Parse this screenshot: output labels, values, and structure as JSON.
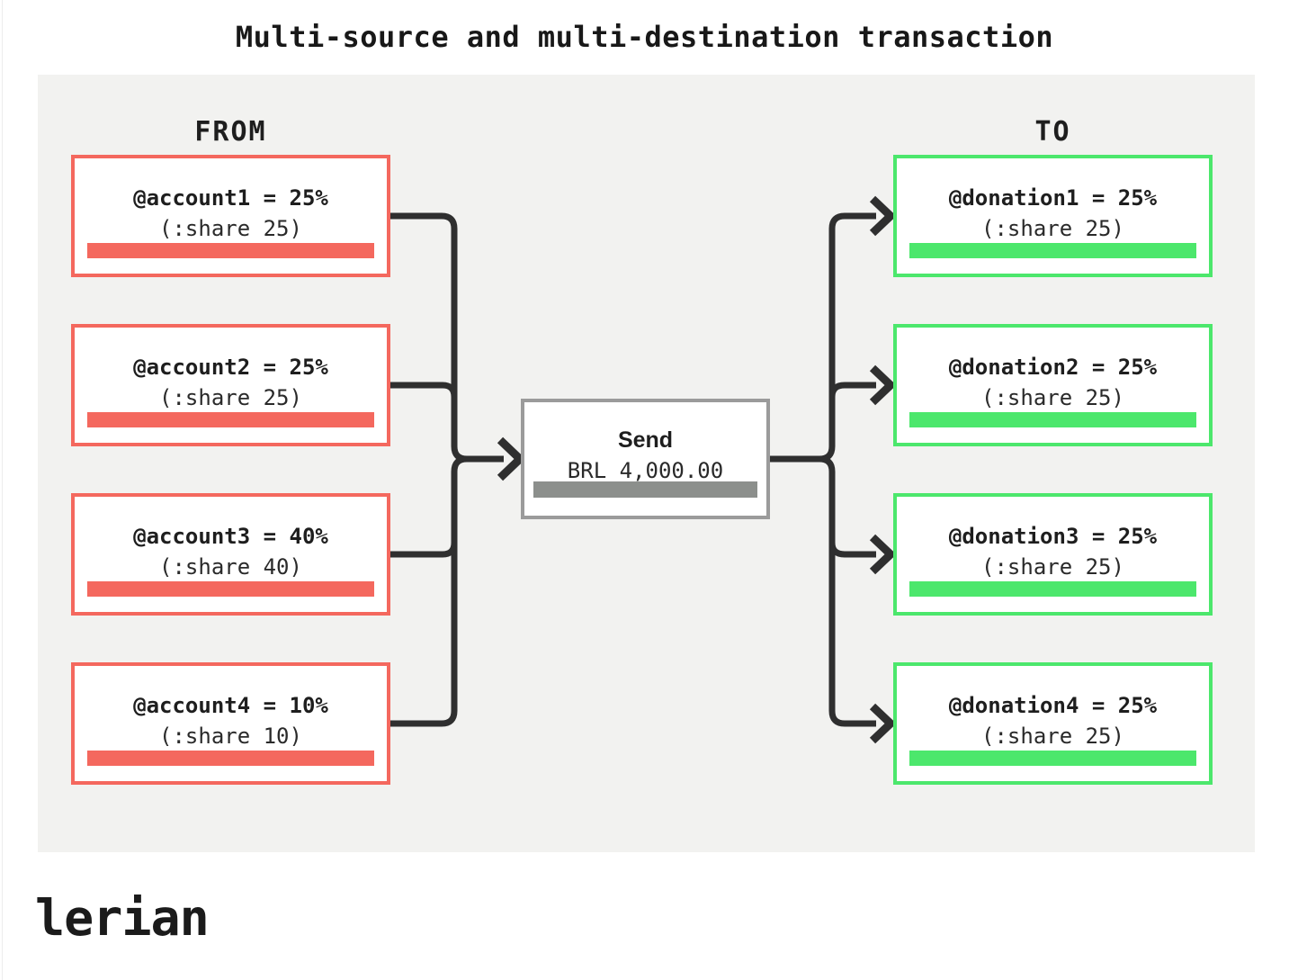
{
  "title": "Multi-source and multi-destination transaction",
  "diagram": {
    "from_label": "FROM",
    "to_label": "TO",
    "sources": [
      {
        "label": "@account1 = 25%",
        "share": "(:share 25)"
      },
      {
        "label": "@account2 = 25%",
        "share": "(:share 25)"
      },
      {
        "label": "@account3 = 40%",
        "share": "(:share 40)"
      },
      {
        "label": "@account4 = 10%",
        "share": "(:share 10)"
      }
    ],
    "send": {
      "label": "Send",
      "amount": "BRL 4,000.00"
    },
    "destinations": [
      {
        "label": "@donation1 = 25%",
        "share": "(:share 25)"
      },
      {
        "label": "@donation2 = 25%",
        "share": "(:share 25)"
      },
      {
        "label": "@donation3 = 25%",
        "share": "(:share 25)"
      },
      {
        "label": "@donation4 = 25%",
        "share": "(:share 25)"
      }
    ]
  },
  "colors": {
    "source_accent": "#F4685E",
    "destination_accent": "#4CE76C",
    "send_border": "#9B9B9B",
    "send_bar": "#8C8F8C",
    "connector": "#2F2F2F",
    "panel_bg": "#F2F2F0",
    "text": "#1C1C1C"
  },
  "logo": "lerian"
}
